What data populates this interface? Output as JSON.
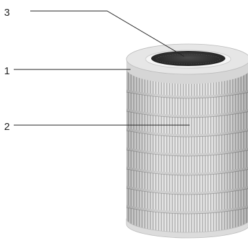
{
  "callouts": [
    {
      "number": "3",
      "target": "inner-carbon-filter-opening"
    },
    {
      "number": "1",
      "target": "top-rim"
    },
    {
      "number": "2",
      "target": "pleated-filter-media"
    }
  ],
  "colors": {
    "line": "#222222",
    "rim": "#d9d9d9",
    "rim_inner_edge": "#f2f2f2",
    "carbon_core": "#333333",
    "pleat_light": "#efefef",
    "pleat_dark": "#9a9a9a",
    "support_band": "#d4d4d4"
  }
}
